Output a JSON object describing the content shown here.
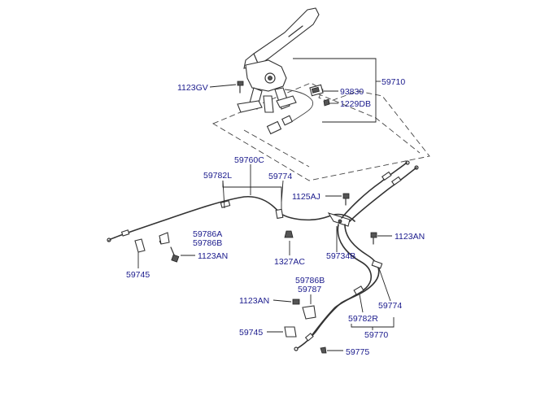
{
  "labels": {
    "p59710": "59710",
    "p1123GV": "1123GV",
    "p93830": "93830",
    "p1229DB": "1229DB",
    "p59760C": "59760C",
    "p59782L": "59782L",
    "p59774a": "59774",
    "p1125AJ": "1125AJ",
    "p1123ANr": "1123AN",
    "p59786A": "59786A",
    "p59786B": "59786B",
    "p1123ANl": "1123AN",
    "p1327AC": "1327AC",
    "p59734B": "59734B",
    "p59745a": "59745",
    "p59786Bb": "59786B",
    "p59787": "59787",
    "p1123ANb": "1123AN",
    "p59774b": "59774",
    "p59782R": "59782R",
    "p59745b": "59745",
    "p59770": "59770",
    "p59775": "59775"
  },
  "colors": {
    "label": "#1a1a8c",
    "line": "#333333"
  }
}
